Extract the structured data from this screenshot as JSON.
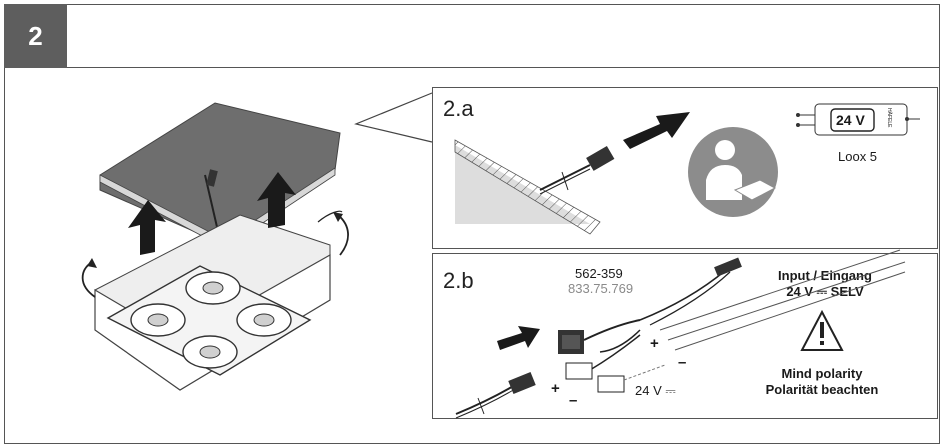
{
  "step_number": "2",
  "panel_a": {
    "label": "2.a",
    "driver_voltage": "24 V",
    "driver_brand": "HÄFELE",
    "driver_name": "Loox 5"
  },
  "panel_b": {
    "label": "2.b",
    "part_number_1": "562-359",
    "part_number_2": "833.75.769",
    "input_line1": "Input / Eingang",
    "input_line2": "24 V ⎓ SELV",
    "polarity_line1": "Mind polarity",
    "polarity_line2": "Polarität beachten",
    "voltage_label": "24 V ⎓",
    "plus_sign": "+",
    "minus_sign": "–"
  },
  "colors": {
    "step_bg": "#5e5e5e",
    "arrow": "#1a1a1a",
    "icon_circle": "#8c8c8c",
    "panel_plate": "#6e6e6e"
  }
}
